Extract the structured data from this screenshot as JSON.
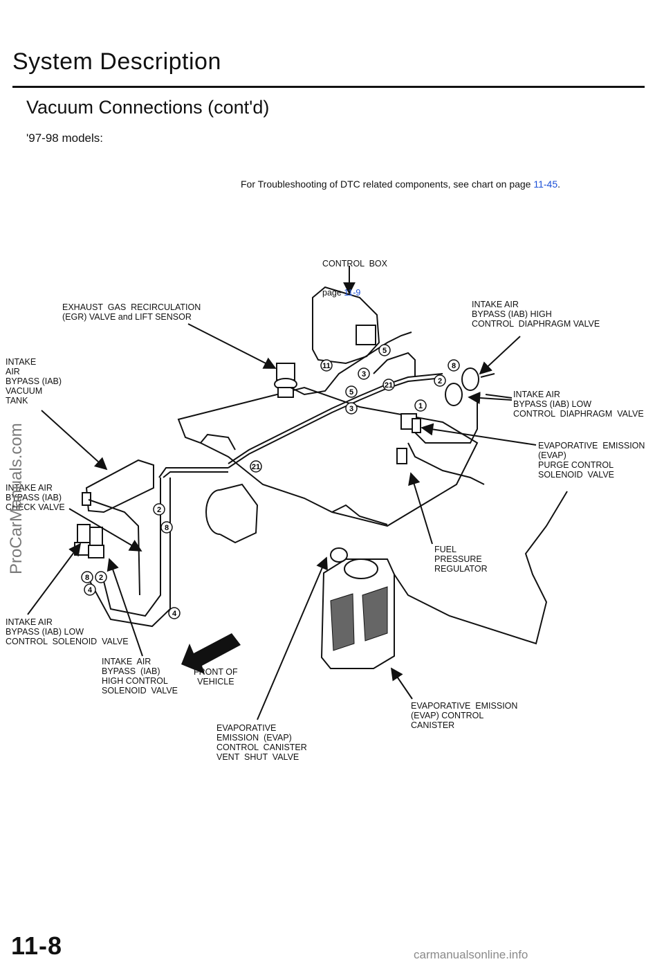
{
  "header": {
    "title": "System  Description",
    "subtitle": "Vacuum  Connections  (cont'd)",
    "models": "'97-98 models:",
    "note_prefix": "For Troubleshooting of DTC related components, see chart on page ",
    "note_link": "11-45",
    "note_suffix": "."
  },
  "labels": {
    "control_box": "CONTROL  BOX",
    "control_box_page_prefix": "page ",
    "control_box_page_link": "11-9",
    "egr": "EXHAUST  GAS  RECIRCULATION\n(EGR) VALVE and LIFT SENSOR",
    "iab_vacuum_tank": "INTAKE\nAIR\nBYPASS (IAB)\nVACUUM\nTANK",
    "iab_high_diaphragm": "INTAKE AIR\nBYPASS (IAB) HIGH\nCONTROL  DIAPHRAGM VALVE",
    "iab_low_diaphragm": "INTAKE AIR\nBYPASS (IAB) LOW\nCONTROL  DIAPHRAGM  VALVE",
    "evap_purge": "EVAPORATIVE  EMISSION\n(EVAP)\nPURGE CONTROL\nSOLENOID  VALVE",
    "iab_check": "INTAKE AIR\nBYPASS (IAB)\nCHECK VALVE",
    "fuel_pressure": "FUEL\nPRESSURE\nREGULATOR",
    "iab_low_solenoid": "INTAKE AIR\nBYPASS (IAB) LOW\nCONTROL  SOLENOID  VALVE",
    "iab_high_solenoid": "INTAKE  AIR\nBYPASS  (IAB)\nHIGH CONTROL\nSOLENOID  VALVE",
    "front_of_vehicle": "FRONT OF\nVEHICLE",
    "evap_canister": "EVAPORATIVE  EMISSION\n(EVAP) CONTROL\nCANISTER",
    "evap_vent_shut": "EVAPORATIVE\nEMISSION  (EVAP)\nCONTROL  CANISTER\nVENT  SHUT  VALVE"
  },
  "hose_numbers": [
    "11",
    "5",
    "3",
    "21",
    "5",
    "3",
    "8",
    "2",
    "1",
    "21",
    "2",
    "8",
    "8",
    "2",
    "4",
    "4"
  ],
  "footer": {
    "page_number": "11-8",
    "site": "carmanualsonline.info",
    "watermark": "ProCarManuals.com"
  }
}
